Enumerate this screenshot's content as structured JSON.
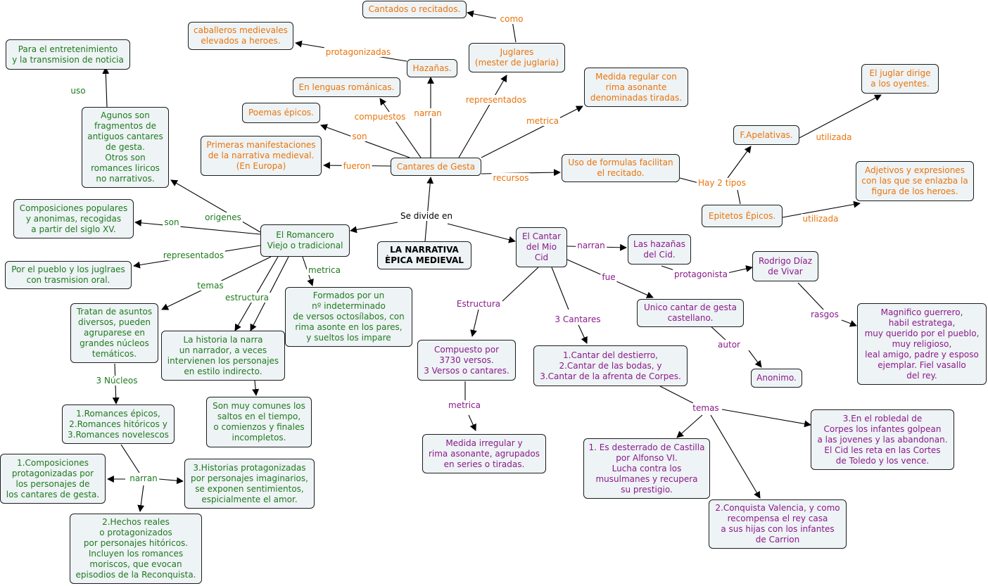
{
  "colors": {
    "orange": "#e8740c",
    "green": "#1f7a1f",
    "purple": "#8a1a8a",
    "black": "#000000",
    "node_fill": "#eef3f5"
  },
  "nodes": {
    "root": "LA NARRATIVA\nÈPICA MEDIEVAL",
    "cantares_gesta": "Cantares de Gesta",
    "cantados": "Cantados o recitados.",
    "caballeros": "caballeros medievales\nelevados a heroes.",
    "hazanas": "Hazañas.",
    "juglares": "Juglares\n(mester de juglaria)",
    "lenguas": "En lenguas románicas.",
    "poemas": "Poemas épicos.",
    "primeras": "Primeras manifestaciones\nde la narrativa medieval.\n(En Europa)",
    "medida_regular": "Medida regular con\nrima asonante\ndenominadas tiradas.",
    "uso_formulas": "Uso de formulas facilitan\nel recitado.",
    "f_apelativas": "F.Apelativas.",
    "juglar_dirige": "El juglar dirige\na los oyentes.",
    "epitetos": "Epitetos Épicos.",
    "adjetivos": "Adjetivos y expresiones\ncon las que se enlazba la\nfigura de los heroes.",
    "entretenimiento": "Para el entretenimiento\ny la transmision de noticia",
    "agunos": "Agunos son\nfragmentos de\nantiguos cantares\nde gesta.\nOtros son\nromances liricos\nno narrativos.",
    "composiciones_pop": "Composiciones populares\ny anonimas, recogidas\na partir del siglo XV.",
    "romancero": "El Romancero\nViejo o tradicional",
    "pueblo": "Por el pueblo y los juglraes\ncon trasmision oral.",
    "tratan": "Tratan de asuntos\ndiversos, pueden\nagruparese en\ngrandes núcleos\ntemáticos.",
    "historia_narra": "La historia la narra\nun narrador, a veces\nintervienen los personajes\nen estilo indirecto.",
    "formados": "Formados por un\nnº indeterminado\nde versos octosílabos, con\nrima asonte en los pares,\ny sueltos los impare",
    "tipos_romances": "1.Romances épicos,\n2.Romances hitóricos y\n3.Romances novelescos",
    "saltos": "Son muy comunes los\nsaltos en el tiempo,\no comienzos y finales\nincompletos.",
    "comp_protag": "1.Composiciones\nprotagonizadas por\nlos personajes de\nlos cantares de gesta.",
    "historias_imag": "3.Historias protagonizadas\npor personajes imaginarios,\nse exponen sentimientos,\nespicialmente el amor.",
    "hechos_reales": "2.Hechos reales\no protagonizados\npor personajes hitóricos.\nIncluyen los romances\nmoriscos, que evocan\nepisodios de la Reconquista.",
    "cantar_mio_cid": "El Cantar\ndel Mio\nCid",
    "hazanas_cid": "Las hazañas\ndel Cid.",
    "rodrigo": "Rodrigo Díaz\nde Vivar",
    "magnifico": "Magnifico guerrero,\nhabil estratega,\nmuy querido por el pueblo,\nmuy religioso,\nleal amigo, padre y esposo\nejemplar. Fiel vasallo\ndel rey.",
    "unico_cantar": "Unico cantar de gesta\ncastellano.",
    "anonimo": "Anonimo.",
    "compuesto_3730": "Compuesto por\n3730 versos.\n3 Versos o cantares.",
    "tres_cantares": "1.Cantar del destierro,\n2.Cantar de las bodas, y\n3.Cantar de la afrenta de Corpes.",
    "medida_irregular": "Medida irregular y\nrima asonante, agrupados\nen series o tiradas.",
    "desterrado": "1. Es desterrado de Castilla\npor Alfonso VI.\nLucha contra los\nmusulmanes y recupera\nsu prestigio.",
    "robledal": "3.En el robledal de\nCorpes los infantes golpean\na las jovenes y las abandonan.\nEl Cid les reta en las Cortes\nde Toledo y los vence.",
    "valencia": "2.Conquista Valencia, y como\nrecompensa el rey casa\na sus hijas con los infantes\nde Carrion"
  },
  "labels": {
    "se_divide_en": "Se divide en",
    "como": "como",
    "protagonizadas": "protagonizadas",
    "narran_top": "narran",
    "representados_top": "representados",
    "compuestos": "compuestos",
    "son_top": "son",
    "fueron": "fueron",
    "metrica_top": "metrica",
    "recursos": "recursos",
    "hay_2_tipos": "Hay 2 tipos",
    "utilizada_1": "utilizada",
    "utilizada_2": "utilizada",
    "uso": "uso",
    "origenes": "origenes",
    "son_left": "son",
    "representados_left": "representados",
    "metrica_left": "metrica",
    "temas_left": "temas",
    "estructura_left": "estructura",
    "tres_nucleos": "3 Núcleos",
    "narran_left": "narran",
    "narran_cid": "narran",
    "protagonista": "protagonista",
    "rasgos": "rasgos",
    "fue": "fue",
    "autor": "autor",
    "estructura_cid": "Estructura",
    "tres_cantares_lbl": "3 Cantares",
    "metrica_cid": "metrica",
    "temas_cid": "temas"
  }
}
